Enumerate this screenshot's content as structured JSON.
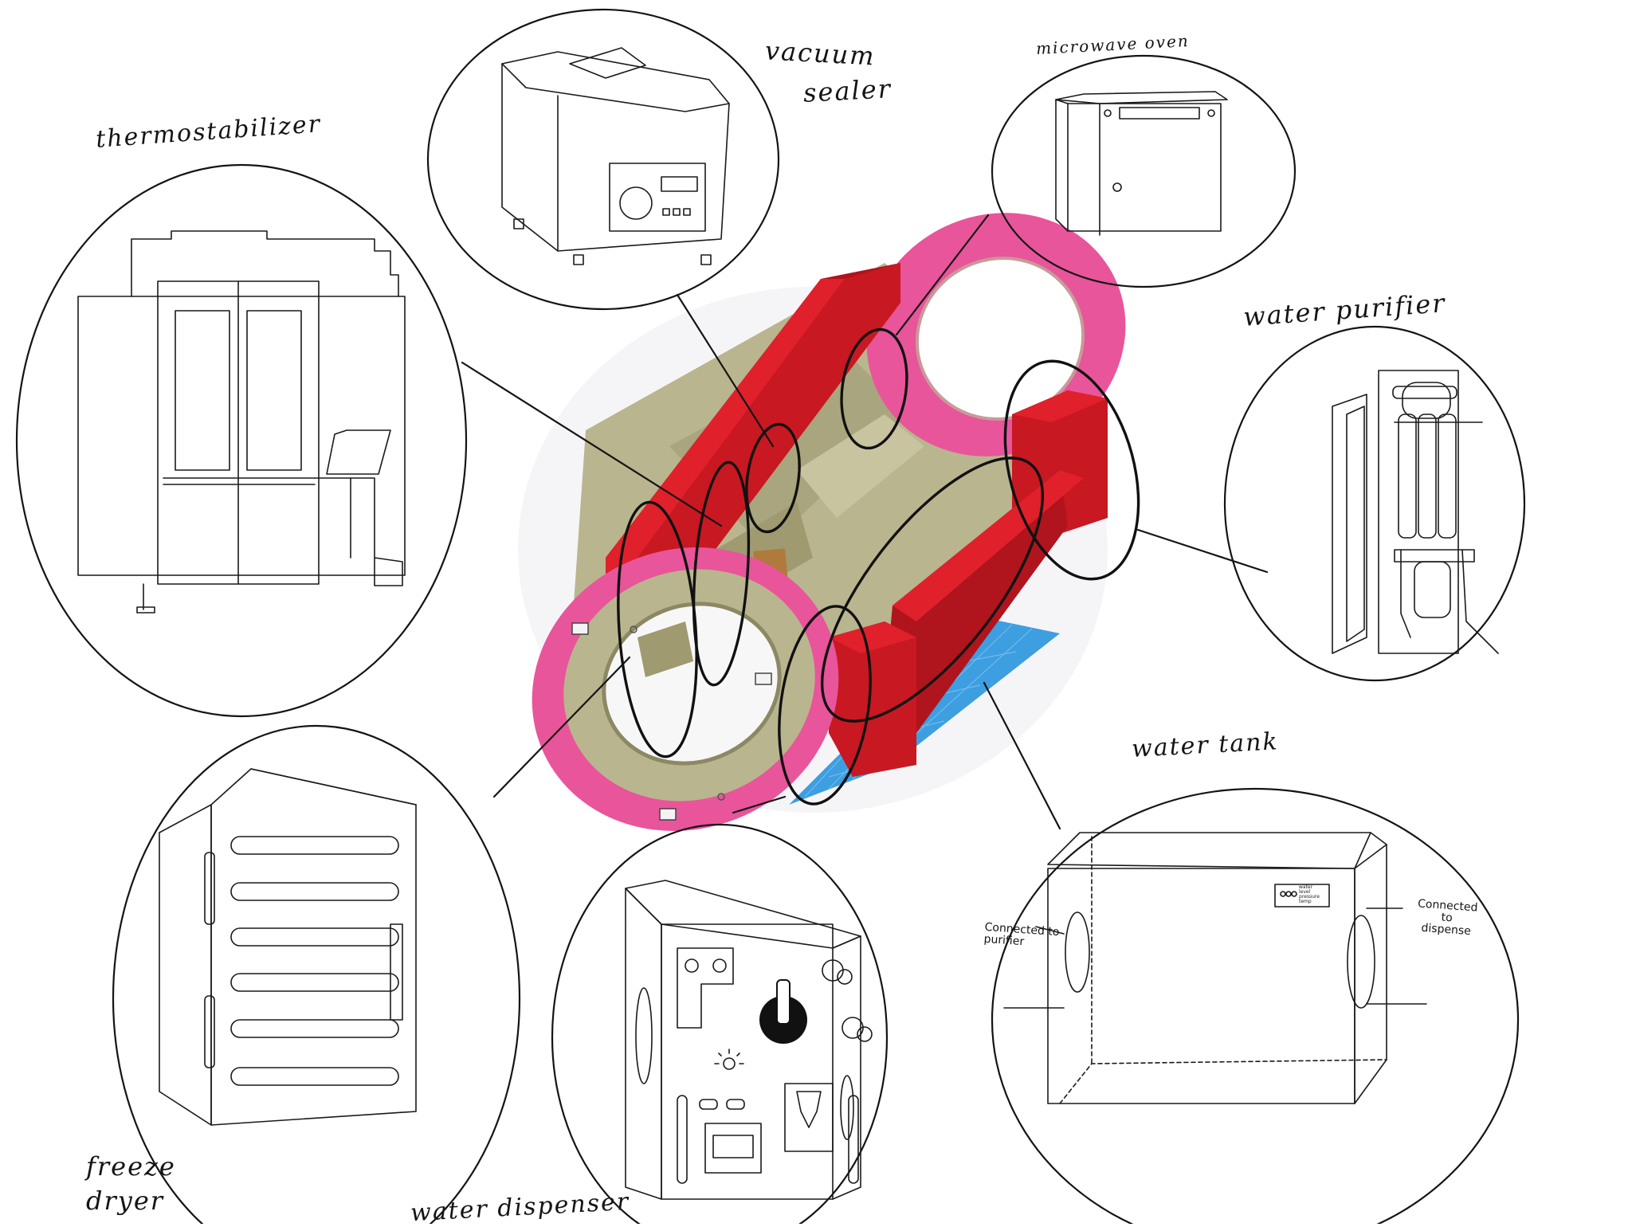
{
  "labels": {
    "vacuum_sealer_line1": "vacuum",
    "vacuum_sealer_line2": "sealer",
    "microwave_oven": "microwave oven",
    "thermostabilizer": "thermostabilizer",
    "water_purifier": "water purifier",
    "water_tank": "water tank",
    "freeze_dryer_line1": "freeze",
    "freeze_dryer_line2": "dryer",
    "water_dispenser": "water dispenser"
  },
  "tank_notes": {
    "connected_purifier_line1": "Connected to",
    "connected_purifier_line2": "purifier",
    "connected_dispenser_line1": "Connected",
    "connected_dispenser_line2": "to",
    "connected_dispenser_line3": "dispense",
    "gauge_line1": "water",
    "gauge_line2": "level",
    "gauge_line3": "pressure",
    "gauge_line4": "temp"
  },
  "colors": {
    "module_red": "#e0202b",
    "module_dark_red": "#b0141d",
    "ring_pink": "#e8559a",
    "interior_olive": "#b9b58e",
    "panel_blue": "#3d9ee0",
    "ink": "#141414"
  }
}
